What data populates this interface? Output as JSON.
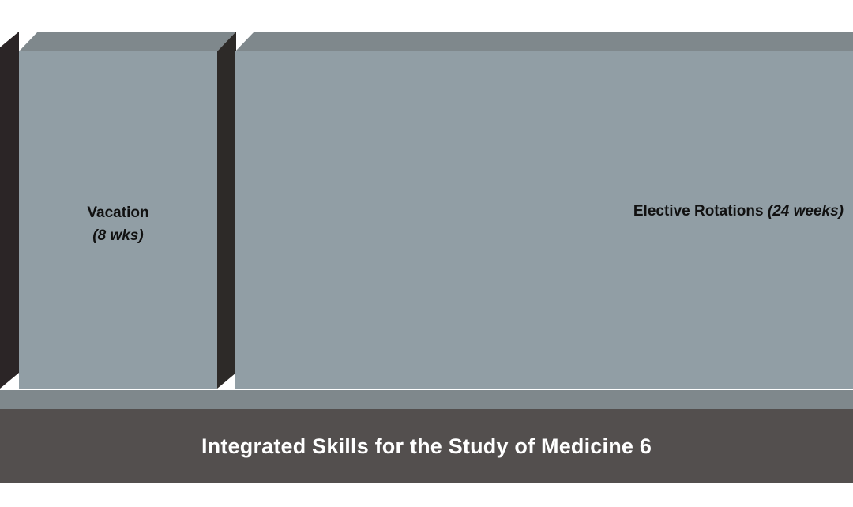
{
  "blocks": {
    "vacation": {
      "title": "Vacation",
      "duration": "(8 wks)"
    },
    "elective": {
      "title": "Elective Rotations",
      "duration": "(24 weeks)"
    }
  },
  "foundation": {
    "label": "Integrated Skills for the Study of Medicine 6"
  },
  "colors": {
    "block_front": "#919ea5",
    "block_top": "#7f888c",
    "block_side": "#2d2a28",
    "left_side": "#2b2526",
    "foundation_bar": "#534f4e",
    "foundation_text": "#ffffff"
  }
}
